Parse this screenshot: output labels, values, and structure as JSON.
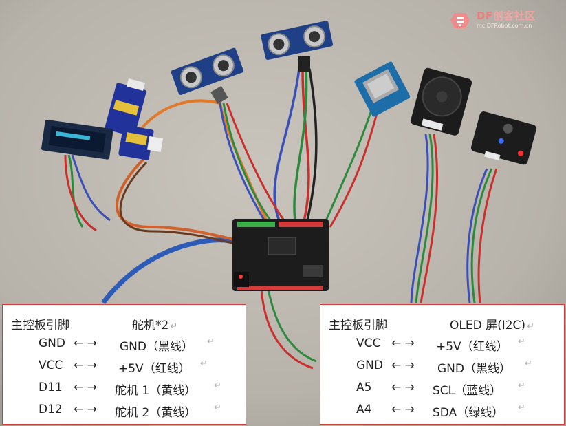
{
  "watermark": {
    "logo": "dfrobot-robot-logo",
    "brand": "DF",
    "title": "创客社区",
    "url": "mc.DFRobot.com.cn"
  },
  "left_table": {
    "header_left": "主控板引脚",
    "header_right": "舵机*2",
    "mark": "↵",
    "rows": [
      {
        "pin": "GND",
        "arrow": "← →",
        "target": "GND（黑线）"
      },
      {
        "pin": "VCC",
        "arrow": "← →",
        "target": "+5V（红线）"
      },
      {
        "pin": "D11",
        "arrow": "← →",
        "target": "舵机 1（黄线）"
      },
      {
        "pin": "D12",
        "arrow": "← →",
        "target": "舵机 2（黄线）"
      }
    ]
  },
  "right_table": {
    "header_left": "主控板引脚",
    "header_right": "OLED 屏(I2C)",
    "mark": "↵",
    "rows": [
      {
        "pin": "VCC",
        "arrow": "← →",
        "target": "+5V（红线）"
      },
      {
        "pin": "GND",
        "arrow": "← →",
        "target": "GND（黑线）"
      },
      {
        "pin": "A5",
        "arrow": "← →",
        "target": "SCL（蓝线）"
      },
      {
        "pin": "A4",
        "arrow": "← →",
        "target": "SDA（绿线）"
      }
    ]
  }
}
